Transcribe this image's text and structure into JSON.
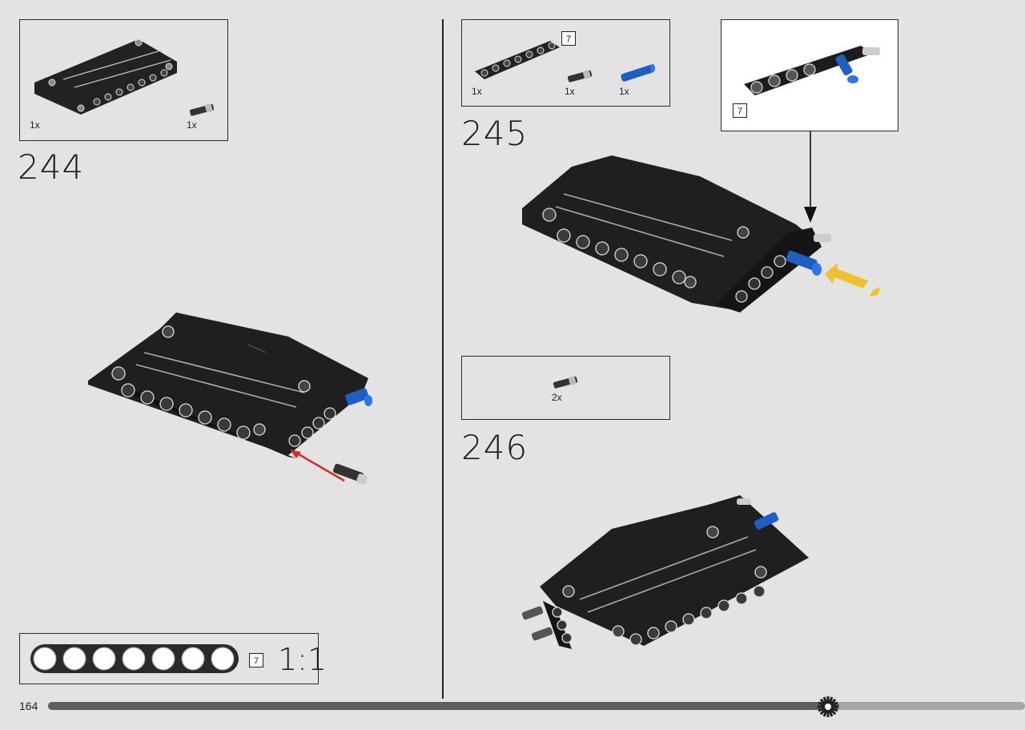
{
  "page": {
    "number": "164",
    "progress": 0.81
  },
  "steps": [
    {
      "number": "244",
      "parts": [
        {
          "qty": "1x",
          "name": "panel-part"
        },
        {
          "qty": "1x",
          "name": "pin-part"
        }
      ]
    },
    {
      "number": "245",
      "parts": [
        {
          "qty": "1x",
          "name": "beam-part"
        },
        {
          "qty": "1x",
          "name": "pin-part"
        },
        {
          "qty": "1x",
          "name": "blue-pin-part"
        }
      ],
      "beam_length": "7",
      "callout_length": "7"
    },
    {
      "number": "246",
      "parts": [
        {
          "qty": "2x",
          "name": "pin-part"
        }
      ]
    }
  ],
  "scale": {
    "length": "7",
    "label": "1:1",
    "holes": 7
  },
  "colors": {
    "background": "#e3e3e3",
    "part_dark": "#222222",
    "blue": "#1f5fc4",
    "arrow_red": "#d42a2a",
    "arrow_yellow": "#f2c02c"
  }
}
